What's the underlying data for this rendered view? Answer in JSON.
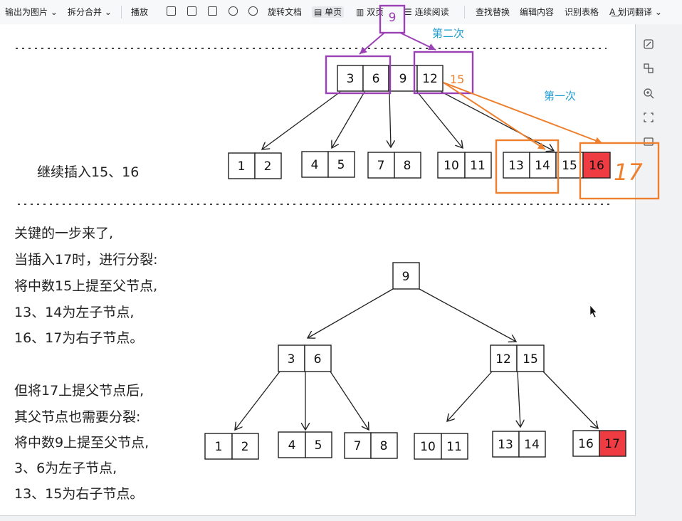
{
  "toolbar": {
    "items": [
      "输出为图片",
      "拆分合并",
      "播放",
      "旋转文档",
      "单页",
      "双页",
      "连续阅读",
      "查找替换",
      "编辑内容",
      "识别表格",
      "划词翻译"
    ]
  },
  "annotations": {
    "floating_key": "9",
    "second_label": "第二次",
    "first_label": "第一次",
    "inserted_15": "15",
    "scribble_17": "17"
  },
  "top_diagram": {
    "root": [
      "3",
      "6",
      "9",
      "12"
    ],
    "leaves": [
      [
        "1",
        "2"
      ],
      [
        "4",
        "5"
      ],
      [
        "7",
        "8"
      ],
      [
        "10",
        "11"
      ],
      [
        "13",
        "14",
        "15",
        "16"
      ]
    ],
    "caption": "继续插入15、16"
  },
  "bottom_diagram": {
    "root": [
      "9"
    ],
    "level2": [
      [
        "3",
        "6"
      ],
      [
        "12",
        "15"
      ]
    ],
    "leaves": [
      [
        "1",
        "2"
      ],
      [
        "4",
        "5"
      ],
      [
        "7",
        "8"
      ],
      [
        "10",
        "11"
      ],
      [
        "13",
        "14"
      ],
      [
        "16",
        "17"
      ]
    ]
  },
  "explanation": {
    "para1": [
      "关键的一步来了,",
      "当插入17时，进行分裂:",
      "将中数15上提至父节点,",
      "13、14为左子节点,",
      "16、17为右子节点。"
    ],
    "para2": [
      "但将17上提父节点后,",
      "其父节点也需要分裂:",
      "将中数9上提至父节点,",
      "3、6为左子节点,",
      "13、15为右子节点。"
    ]
  },
  "colors": {
    "purple": "#9b41b6",
    "orange": "#ee7f2d",
    "blue": "#1e9bd0",
    "highlight_red": "#ef3c42"
  }
}
